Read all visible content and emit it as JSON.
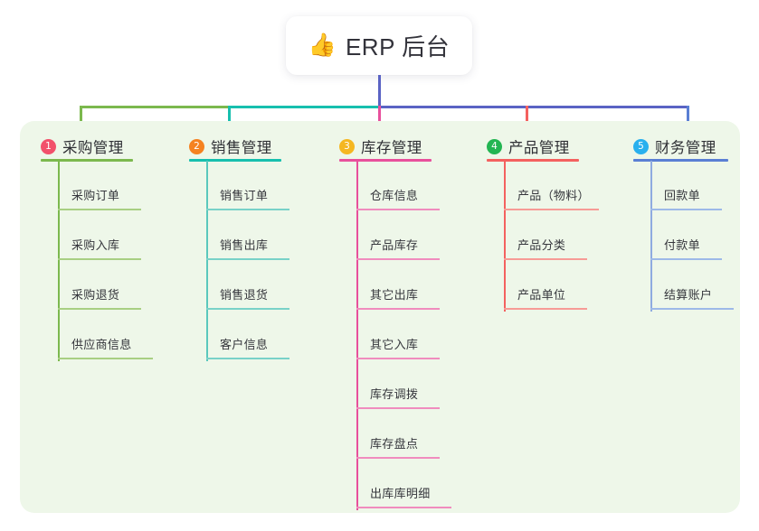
{
  "root": {
    "icon": "thumbs-up-icon",
    "emoji": "👍",
    "title": "ERP 后台"
  },
  "canvas": {
    "background": "#ffffff",
    "panel_background": "#eef7e9"
  },
  "chart_data": {
    "type": "diagram",
    "subtype": "mind-map-tree",
    "title": "ERP 后台",
    "root_label": "ERP 后台",
    "branch_count": 5,
    "branches": [
      {
        "number": "1",
        "label": "采购管理",
        "color": "#7cb94e",
        "badge_color": "#f2516b",
        "children": [
          "采购订单",
          "采购入库",
          "采购退货",
          "供应商信息"
        ]
      },
      {
        "number": "2",
        "label": "销售管理",
        "color": "#17bfae",
        "badge_color": "#f58220",
        "children": [
          "销售订单",
          "销售出库",
          "销售退货",
          "客户信息"
        ]
      },
      {
        "number": "3",
        "label": "库存管理",
        "color": "#e8509c",
        "badge_color": "#f5b721",
        "children": [
          "仓库信息",
          "产品库存",
          "其它出库",
          "其它入库",
          "库存调拨",
          "库存盘点",
          "出库库明细"
        ]
      },
      {
        "number": "4",
        "label": "产品管理",
        "color": "#f4615f",
        "badge_color": "#23b552",
        "children": [
          "产品（物料）",
          "产品分类",
          "产品单位"
        ]
      },
      {
        "number": "5",
        "label": "财务管理",
        "color": "#5a7fd4",
        "badge_color": "#29b0ee",
        "children": [
          "回款单",
          "付款单",
          "结算账户"
        ]
      }
    ],
    "connector_colors": {
      "root_stem": "#5a63c4",
      "bus_left": "#7cb94e",
      "bus_mid": "#17bfae",
      "bus_right": "#5a63c4"
    }
  }
}
